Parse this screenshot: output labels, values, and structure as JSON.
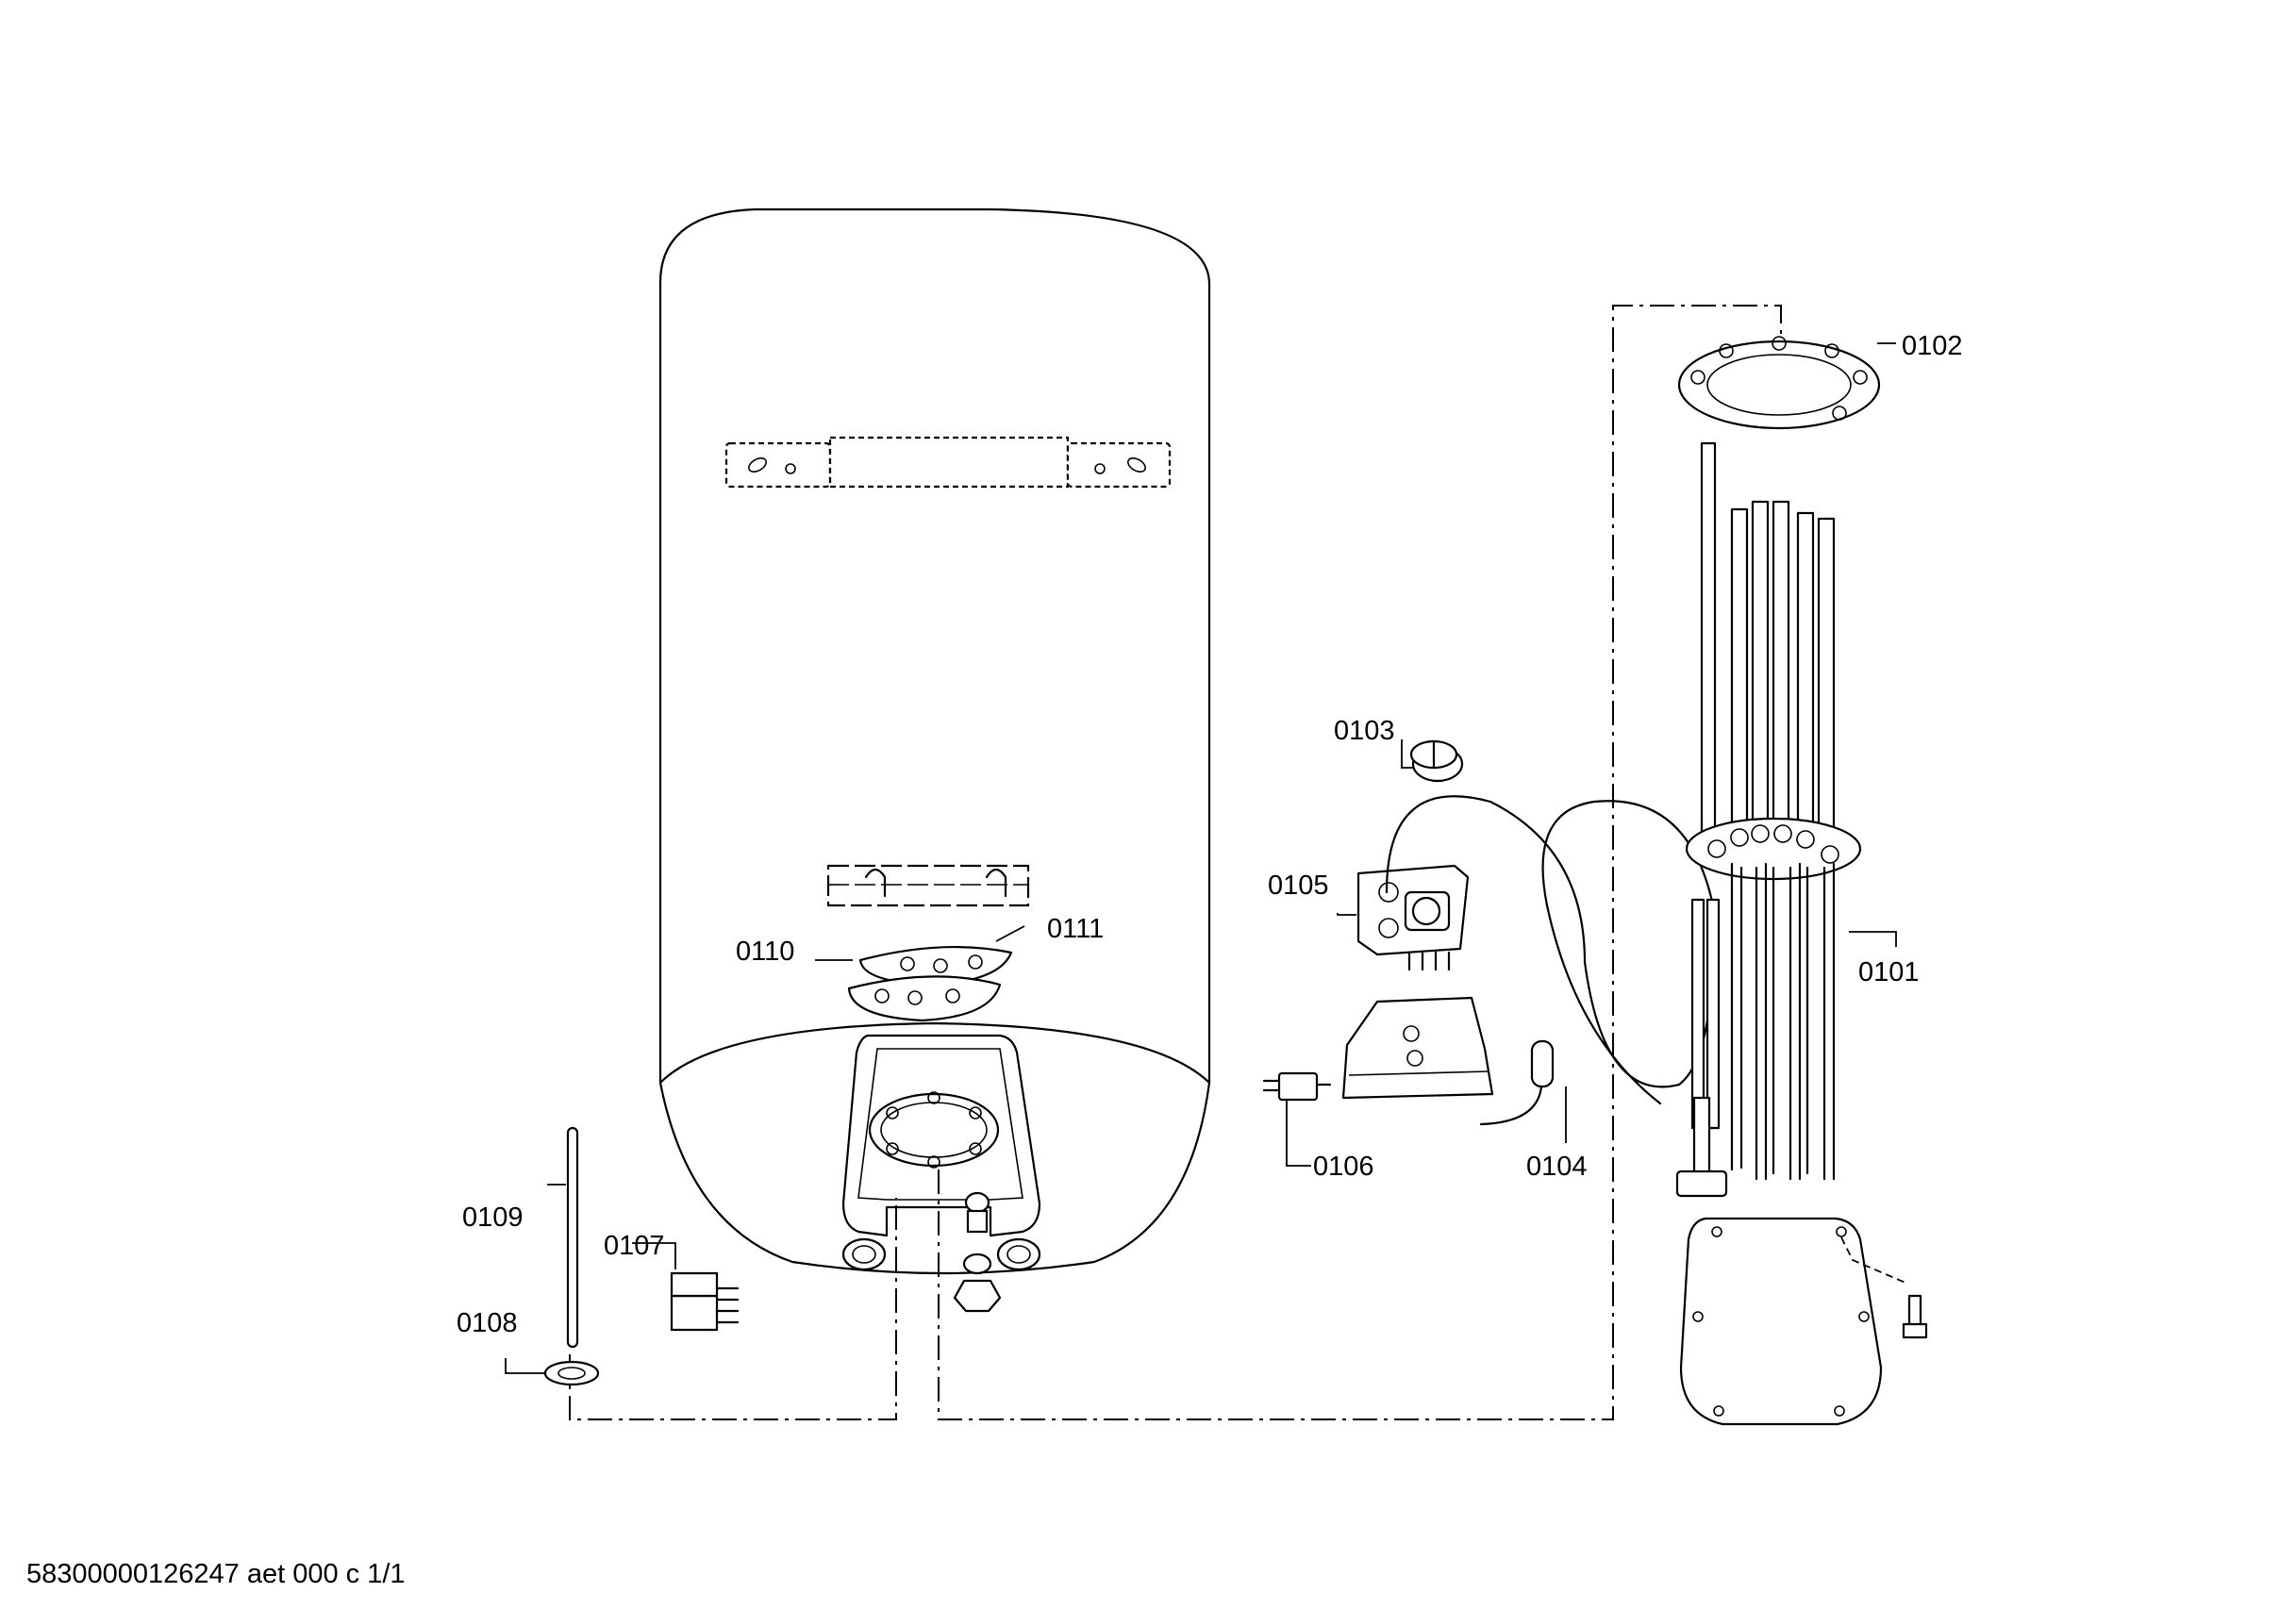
{
  "callouts": {
    "p0101": "0101",
    "p0102": "0102",
    "p0103": "0103",
    "p0104": "0104",
    "p0105": "0105",
    "p0106": "0106",
    "p0107": "0107",
    "p0108": "0108",
    "p0109": "0109",
    "p0110": "0110",
    "p0111": "0111"
  },
  "footer": "58300000126247 aet 000 c 1/1"
}
